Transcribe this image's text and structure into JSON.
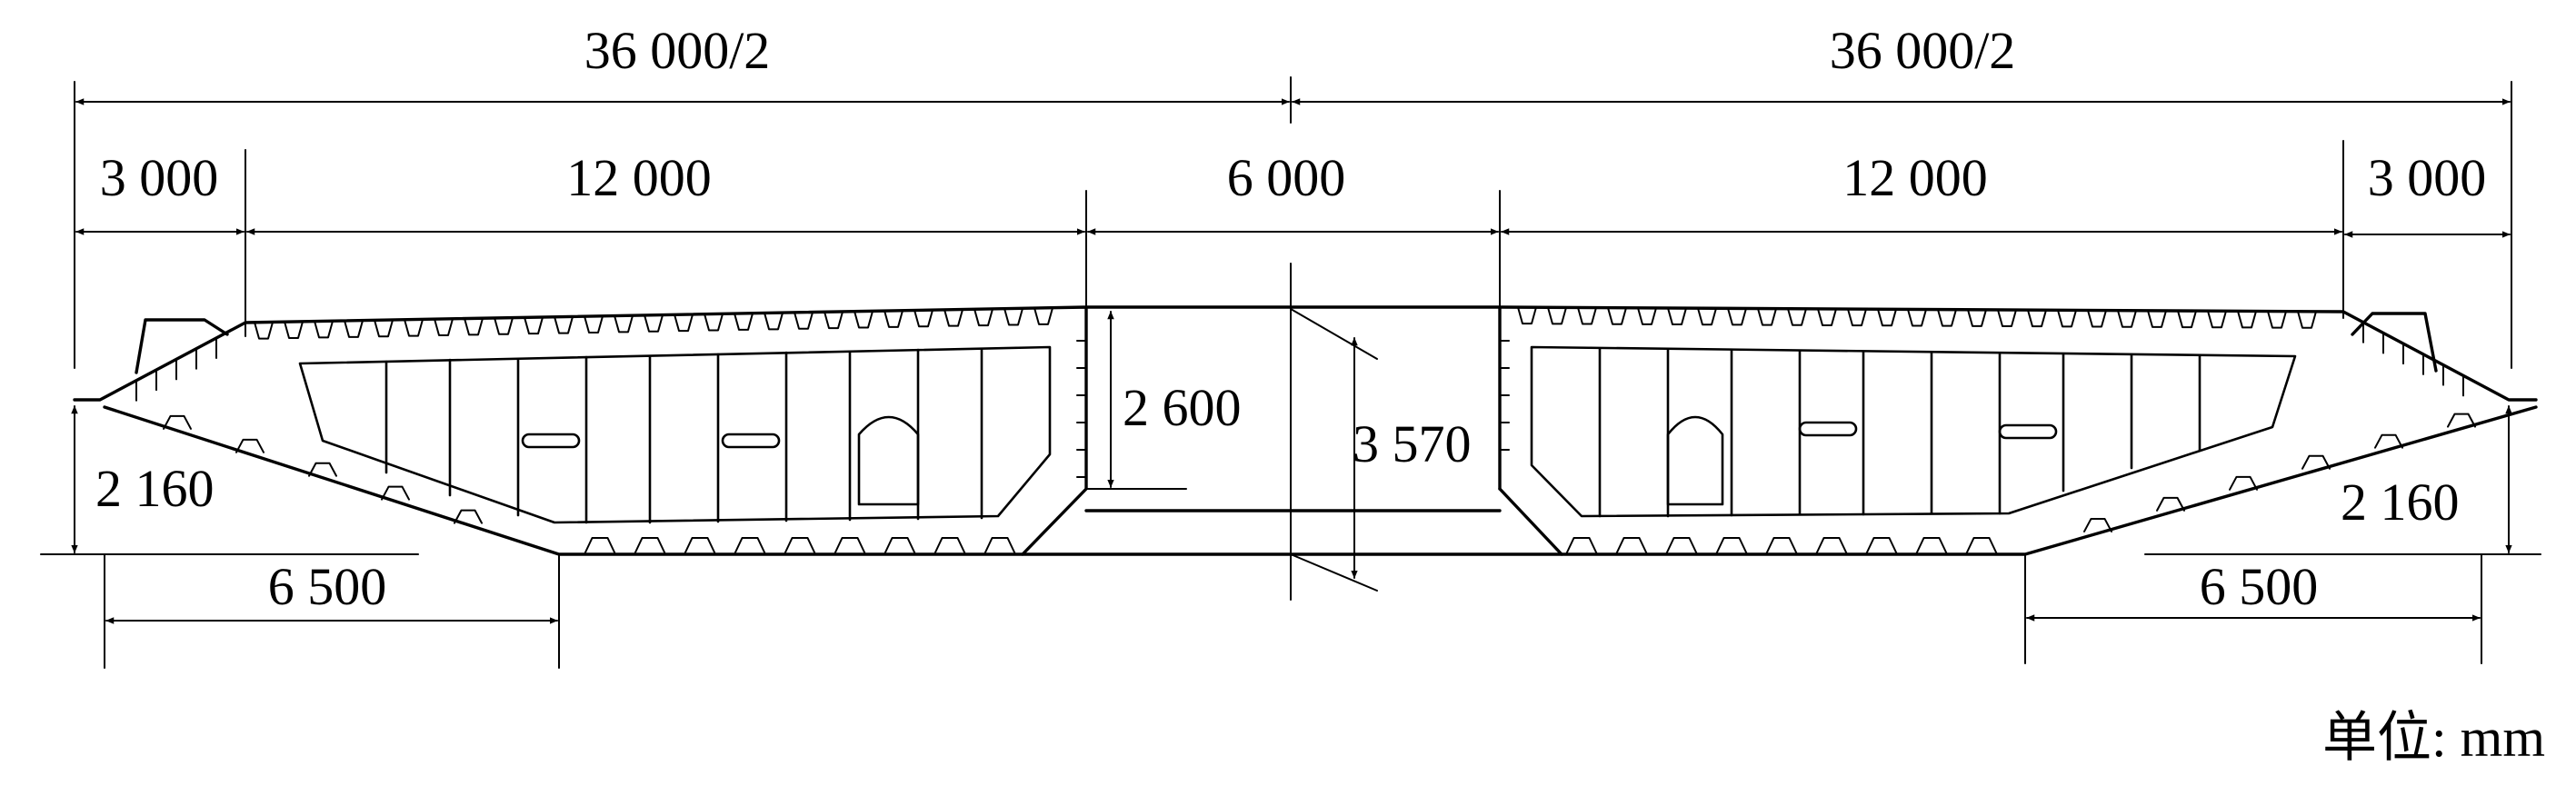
{
  "dimensions": {
    "half_span_left": "36 000/2",
    "half_span_right": "36 000/2",
    "cantilever_left": "3 000",
    "box_left": "12 000",
    "center_chamber": "6 000",
    "box_right": "12 000",
    "cantilever_right": "3 000",
    "inner_height": "2 600",
    "girder_height": "3 570",
    "edge_height_left": "2 160",
    "edge_height_right": "2 160",
    "bottom_slope_left": "6 500",
    "bottom_slope_right": "6 500"
  },
  "unit_label": "单位: mm"
}
